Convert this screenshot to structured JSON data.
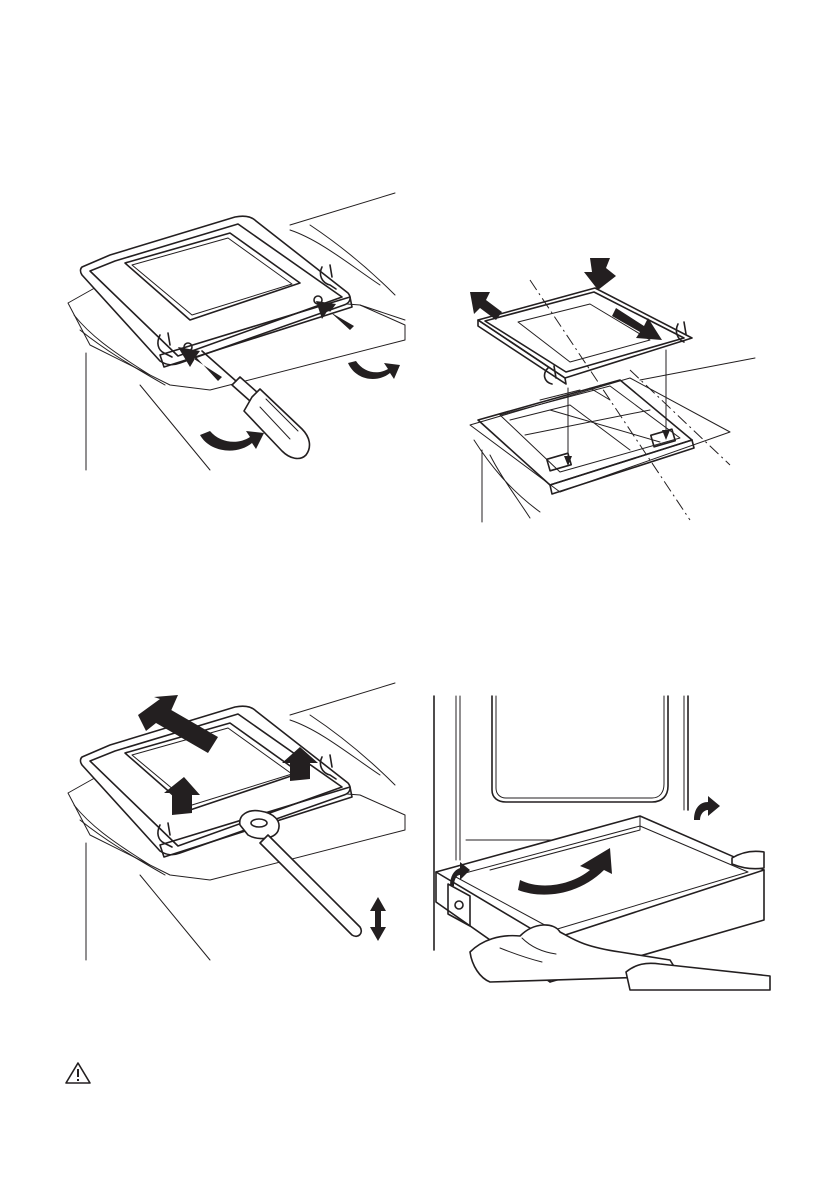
{
  "figures": [
    {
      "id": "door-screws",
      "icons": [
        "arrow-icon",
        "rotate-arrow-icon"
      ]
    },
    {
      "id": "glass-panel",
      "icons": [
        "arrow-icon"
      ]
    },
    {
      "id": "lift-glass",
      "icons": [
        "arrow-icon",
        "up-down-arrow-icon"
      ]
    },
    {
      "id": "drawer",
      "icons": [
        "rotate-arrow-icon",
        "curved-arrow-icon"
      ]
    }
  ],
  "warning": {
    "icon": "warning-triangle-icon",
    "color": "#231f20"
  }
}
